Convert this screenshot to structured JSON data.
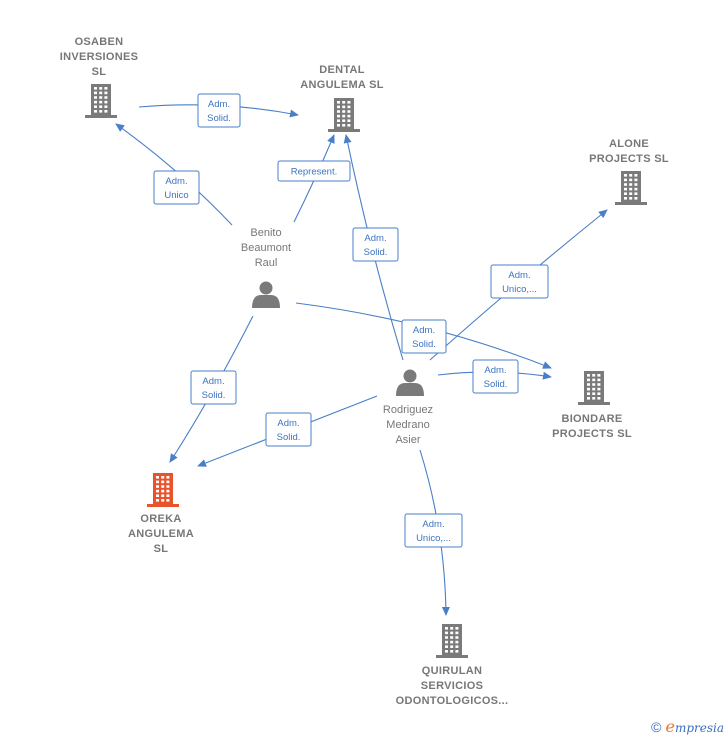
{
  "colors": {
    "edge": "#4a7fc8",
    "node": "#7a7a7a",
    "focus": "#e8532b"
  },
  "nodes": [
    {
      "id": "osaben",
      "type": "company",
      "lines": [
        "OSABEN",
        "INVERSIONES",
        "SL"
      ]
    },
    {
      "id": "dental",
      "type": "company",
      "lines": [
        "DENTAL",
        "ANGULEMA  SL"
      ]
    },
    {
      "id": "alone",
      "type": "company",
      "lines": [
        "ALONE",
        "PROJECTS  SL"
      ]
    },
    {
      "id": "benito",
      "type": "person",
      "lines": [
        "Benito",
        "Beaumont",
        "Raul"
      ]
    },
    {
      "id": "rodriguez",
      "type": "person",
      "lines": [
        "Rodriguez",
        "Medrano",
        "Asier"
      ]
    },
    {
      "id": "biondare",
      "type": "company",
      "lines": [
        "BIONDARE",
        "PROJECTS  SL"
      ]
    },
    {
      "id": "oreka",
      "type": "focus",
      "lines": [
        "OREKA",
        "ANGULEMA",
        "SL"
      ]
    },
    {
      "id": "quirulan",
      "type": "company",
      "lines": [
        "QUIRULAN",
        "SERVICIOS",
        "ODONTOLOGICOS..."
      ]
    }
  ],
  "edges": [
    {
      "id": "osaben-dental",
      "lines": [
        "Adm.",
        "Solid."
      ]
    },
    {
      "id": "benito-osaben",
      "lines": [
        "Adm.",
        "Unico"
      ]
    },
    {
      "id": "benito-dental",
      "lines": [
        "Represent."
      ]
    },
    {
      "id": "rodriguez-dental",
      "lines": [
        "Adm.",
        "Solid."
      ]
    },
    {
      "id": "rodriguez-alone",
      "lines": [
        "Adm.",
        "Unico,..."
      ]
    },
    {
      "id": "benito-biondare",
      "lines": [
        "Adm.",
        "Solid."
      ]
    },
    {
      "id": "rodriguez-biondare",
      "lines": [
        "Adm.",
        "Solid."
      ]
    },
    {
      "id": "benito-oreka",
      "lines": [
        "Adm.",
        "Solid."
      ]
    },
    {
      "id": "rodriguez-oreka",
      "lines": [
        "Adm.",
        "Solid."
      ]
    },
    {
      "id": "rodriguez-quirulan",
      "lines": [
        "Adm.",
        "Unico,..."
      ]
    }
  ],
  "footer": {
    "copyright": "©",
    "brand_e": "e",
    "brand_rest": "mpresia"
  }
}
